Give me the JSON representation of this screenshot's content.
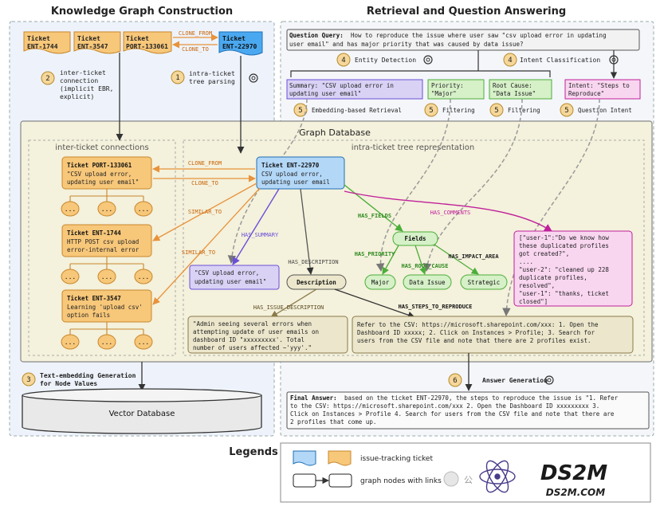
{
  "sections": {
    "kg_title": "Knowledge Graph Construction",
    "rqa_title": "Retrieval and Question Answering",
    "graph_db": "Graph Database",
    "inter_ticket": "inter-ticket connections",
    "intra_ticket": "intra-ticket tree representation",
    "legends": "Legends",
    "vector_db": "Vector Database"
  },
  "tickets_top": [
    {
      "title": "Ticket",
      "id": "ENT-1744"
    },
    {
      "title": "Ticket",
      "id": "ENT-3547"
    },
    {
      "title": "Ticket",
      "id": "PORT-133061"
    },
    {
      "title": "Ticket",
      "id": "ENT-22970"
    }
  ],
  "top_edges": {
    "clone_from": "CLONE_FROM",
    "clone_to": "CLONE_TO"
  },
  "steps": {
    "s1": {
      "num": "1",
      "text1": "intra-ticket",
      "text2": "tree parsing"
    },
    "s2": {
      "num": "2",
      "text1": "inter-ticket",
      "text2": "connection",
      "text3": "(implicit EBR,",
      "text4": "explicit)"
    },
    "s3": {
      "num": "3",
      "text1": "Text-embedding Generation",
      "text2": "for Node Values"
    },
    "s4a": {
      "num": "4",
      "text": "Entity Detection"
    },
    "s4b": {
      "num": "4",
      "text": "Intent Classification"
    },
    "s5a": {
      "num": "5",
      "text": "Embedding-based Retrieval"
    },
    "s5b": {
      "num": "5",
      "text": "Filtering"
    },
    "s5c": {
      "num": "5",
      "text": "Filtering"
    },
    "s5d": {
      "num": "5",
      "text": "Question Intent"
    },
    "s6": {
      "num": "6",
      "text": "Answer Generation"
    }
  },
  "question": {
    "label": "Question Query:",
    "line1": "How to reproduce the issue where user saw \"csv upload error in updating",
    "line2": "user email\" and has major priority that was caused by data issue?"
  },
  "entities": {
    "summary_l1": "Summary: \"CSV upload error in",
    "summary_l2": "updating user email\"",
    "priority_l1": "Priority:",
    "priority_l2": "\"Major\"",
    "root_l1": "Root Cause:",
    "root_l2": "\"Data Issue\"",
    "intent_l1": "Intent: \"Steps to",
    "intent_l2": "Reproduce\""
  },
  "inter_nodes": {
    "port": {
      "l1": "Ticket PORT-133061",
      "l2": "\"CSV upload error,",
      "l3": "updating user email\""
    },
    "ent1744": {
      "l1": "Ticket ENT-1744",
      "l2": "HTTP POST csv upload",
      "l3": "error-internal error"
    },
    "ent3547": {
      "l1": "Ticket ENT-3547",
      "l2": "Learning 'upload csv'",
      "l3": "option fails"
    },
    "ellipsis": "..."
  },
  "intra": {
    "root_l1": "Ticket ENT-22970",
    "root_l2": "CSV upload error,",
    "root_l3": "updating user email",
    "summary_l1": "\"CSV upload error,",
    "summary_l2": "updating user email\"",
    "description": "Description",
    "fields": "Fields",
    "major": "Major",
    "data_issue": "Data Issue",
    "strategic": "Strategic",
    "comments": [
      "[\"user-1\":\"Do we know how",
      "these duplicated profiles",
      "got created?\",",
      "....",
      "\"user-2\": \"cleaned up 228",
      "duplicate profiles,",
      "resolved\",",
      "\"user-1\": \"thanks, ticket",
      "closed\"]"
    ],
    "issue_desc": [
      "\"Admin seeing several errors when",
      "attempting update of user emails on",
      "dashboard ID \"xxxxxxxxx'. Total",
      "number of users affected ~'yyy'.\""
    ],
    "steps": [
      "Refer to the CSV: https://microsoft.sharepoint.com/xxx: 1. Open the",
      "Dashboard ID xxxxx; 2. Click on Instances > Profile; 3. Search for",
      "users from the CSV file and note that there are 2 profiles exist."
    ]
  },
  "edges": {
    "clone_from": "CLONE_FROM",
    "clone_to": "CLONE_TO",
    "similar_to_1": "SIMILAR_TO",
    "similar_to_2": "SIMILAR_TO",
    "has_summary": "HAS_SUMMARY",
    "has_description": "HAS_DESCRIPTION",
    "has_fields": "HAS_FIELDS",
    "has_comments": "HAS_COMMENTS",
    "has_priority": "HAS_PRIORITY",
    "has_root_cause": "HAS_ROOT_CAUSE",
    "has_impact_area": "HAS_IMPACT_AREA",
    "has_issue_description": "HAS_ISSUE_DESCRIPTION",
    "has_steps": "HAS_STEPS_TO_REPRODUCE"
  },
  "answer": {
    "label": "Final Answer:",
    "line1": "based on the ticket ENT-22970, the steps to reproduce the issue is \"1. Refer",
    "line2": "to the CSV: https://microsoft.sharepoint.com/xxx 2. Open the Dashboard ID xxxxxxxxx 3.",
    "line3": "Click on Instances > Profile 4. Search for users from the CSV file and note that there are",
    "line4": "2 profiles that come up."
  },
  "legend": {
    "ticket": "issue-tracking ticket",
    "nodes": "graph nodes with links"
  },
  "watermark": {
    "logo": "DS2M",
    "site": "DS2M.COM",
    "glyph": "公"
  },
  "colors": {
    "ticket_blue": "#4aa8f0",
    "ticket_orange": "#f7c77a",
    "summary_purple": "#d9d2f5",
    "fields_green": "#d6f0c8",
    "comments_pink": "#f9d6f0",
    "desc_olive": "#ece7cc",
    "edge_orange": "#e8923a",
    "edge_green": "#4cae3a",
    "edge_purple": "#6a4fd8",
    "edge_magenta": "#c0209a"
  }
}
